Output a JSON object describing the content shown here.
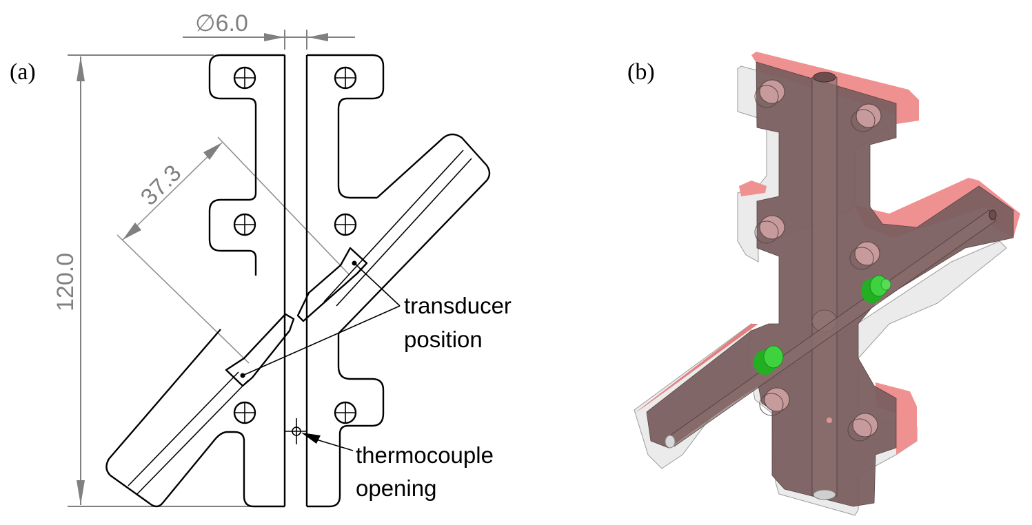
{
  "figure": {
    "panel_a": {
      "label": "(a)",
      "dimensions": {
        "channel_diameter": "∅6.0",
        "total_height": "120.0",
        "transducer_distance": "37.3"
      },
      "callouts": {
        "transducer_line1": "transducer",
        "transducer_line2": "position",
        "thermocouple_line1": "thermocouple",
        "thermocouple_line2": "opening"
      }
    },
    "panel_b": {
      "label": "(b)",
      "colors": {
        "body": "#7a5c5c",
        "edge_face": "#f08f8f",
        "transparent_shell": "#d8d8d8",
        "transducer": "#2ecc2e"
      }
    }
  }
}
